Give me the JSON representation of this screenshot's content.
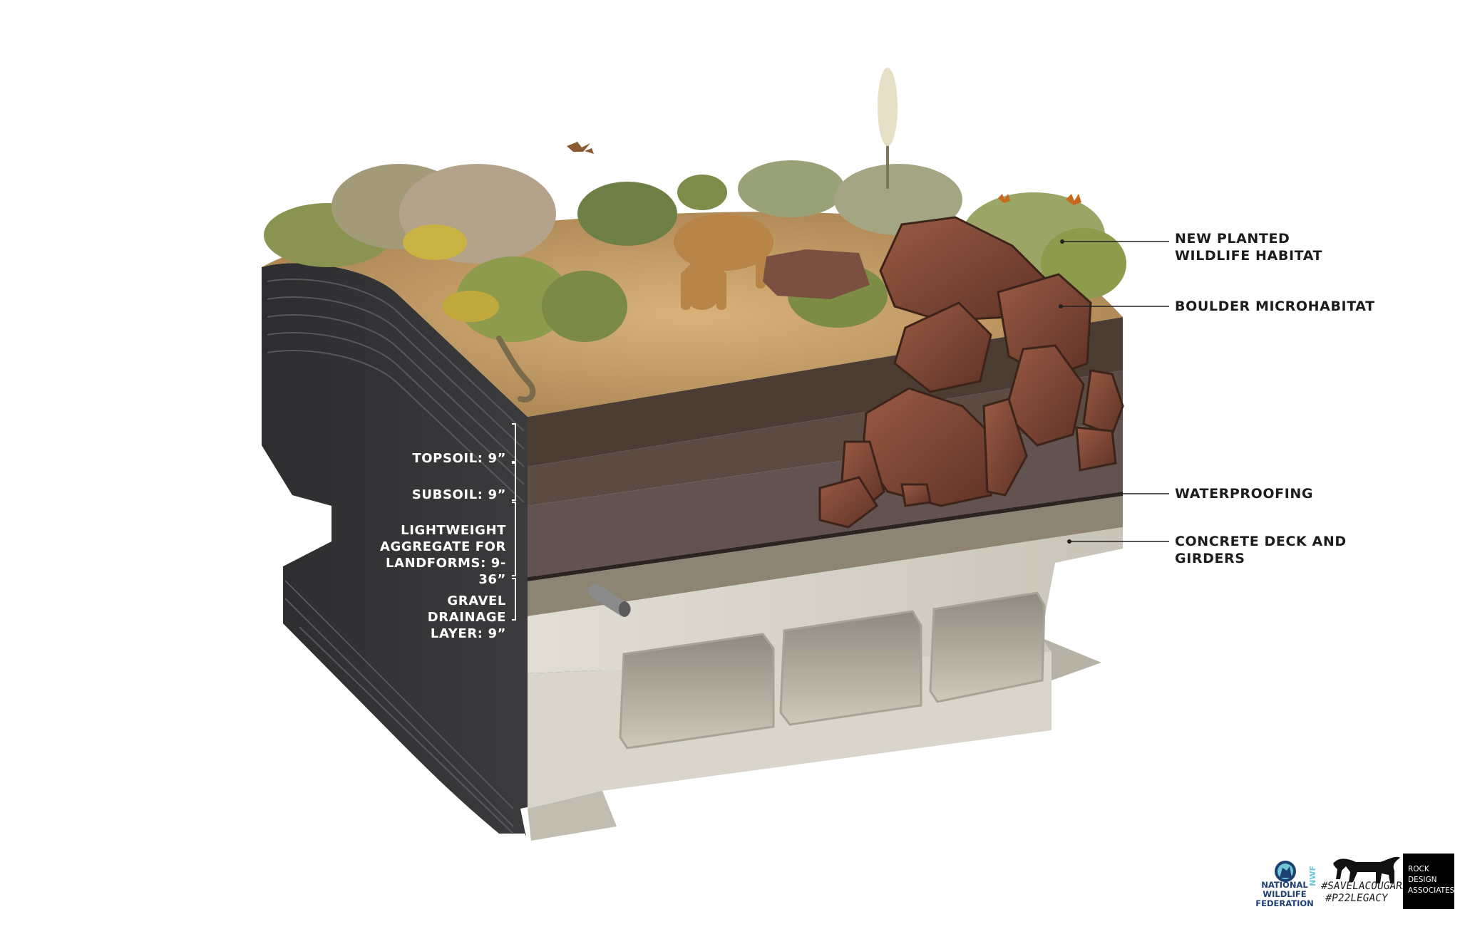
{
  "callouts": {
    "habitat": "NEW PLANTED WILDLIFE HABITAT",
    "boulder": "BOULDER MICROHABITAT",
    "waterproofing": "WATERPROOFING",
    "concrete": "CONCRETE DECK AND GIRDERS"
  },
  "layers": {
    "topsoil": "TOPSOIL: 9”",
    "subsoil": "SUBSOIL: 9”",
    "aggregate": "LIGHTWEIGHT AGGREGATE FOR LANDFORMS: 9-36”",
    "gravel": "GRAVEL DRAINAGE LAYER: 9”"
  },
  "logos": {
    "nwf_name": "NATIONAL WILDLIFE FEDERATION",
    "nwf_abbr": "NWF",
    "hashtag_1": "#SAVELACOUGARS",
    "hashtag_2": "#P22LEGACY",
    "rda_name": "ROCK DESIGN ASSOCIATES"
  },
  "colors": {
    "bridge_side": "#3b3b3d",
    "topsoil": "#4c3d34",
    "subsoil": "#5b4b42",
    "aggregate": "#625250",
    "gravel": "#8e8474",
    "concrete": "#d6d2c8",
    "boulder": "#7a4432",
    "ground": "#c9a26a",
    "vegetation": "#8a9450",
    "nwf_blue": "#1d3f72",
    "nwf_teal": "#6fc6d9"
  }
}
